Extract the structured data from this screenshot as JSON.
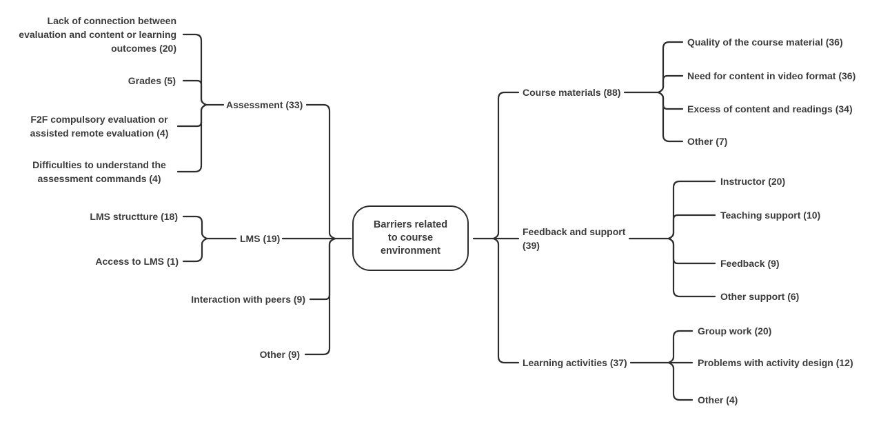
{
  "diagram": {
    "title_semantic": "Barriers mind map",
    "line_color": "#2d2d2d",
    "text_color": "#3b3b3b",
    "center": {
      "label": "Barriers related\nto course\nenvironment"
    },
    "left": [
      {
        "label": "Assessment (33)",
        "children": [
          "Lack of connection between\nevaluation and content or learning\noutcomes (20)",
          "Grades (5)",
          "F2F compulsory evaluation or\nassisted remote evaluation (4)",
          "Difficulties to understand the\nassessment commands (4)"
        ]
      },
      {
        "label": "LMS (19)",
        "children": [
          "LMS structture (18)",
          "Access to LMS (1)"
        ]
      },
      {
        "label": "Interaction with peers (9)",
        "children": []
      },
      {
        "label": "Other (9)",
        "children": []
      }
    ],
    "right": [
      {
        "label": "Course materials (88)",
        "children": [
          "Quality of the course material (36)",
          "Need for content in video format (36)",
          "Excess of content and readings (34)",
          "Other (7)"
        ]
      },
      {
        "label": "Feedback and support\n(39)",
        "children": [
          "Instructor (20)",
          "Teaching support (10)",
          "Feedback (9)",
          "Other support (6)"
        ]
      },
      {
        "label": "Learning activities (37)",
        "children": [
          "Group work (20)",
          "Problems with activity design (12)",
          "Other (4)"
        ]
      }
    ]
  }
}
